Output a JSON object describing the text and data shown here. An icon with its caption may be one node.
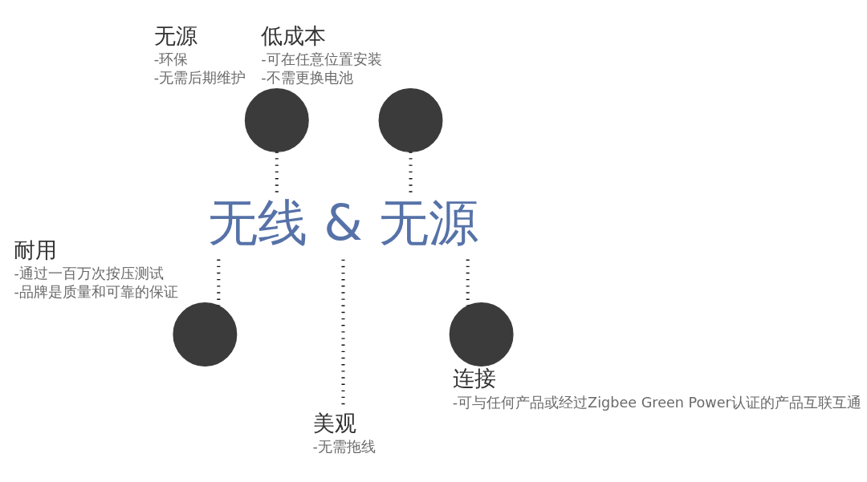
{
  "diagram": {
    "nodes": [
      {
        "text": [
          "无源",
          "-环保",
          "-无需后期维护"
        ]
      },
      {
        "text": [
          "低成本",
          "-可在任意位置安装",
          "-不需更换电池"
        ]
      },
      {
        "text": [
          "无线 & 无源"
        ]
      },
      {
        "text": [
          "耐用",
          "-通过一百万次按压测试",
          "-品牌是质量和可靠的保证"
        ]
      },
      {
        "text": [
          "连接",
          "-可与任何产品或经过Zigbee Green Power认证的产品互联互通"
        ]
      },
      {
        "text": [
          "美观",
          "-无需拖线"
        ]
      }
    ],
    "edges": [
      {
        "from": 0,
        "to": 2,
        "arrow": "none"
      },
      {
        "from": 1,
        "to": 2,
        "arrow": "none"
      },
      {
        "from": 2,
        "to": 3,
        "arrow": "none"
      },
      {
        "from": 2,
        "to": 5,
        "arrow": "none"
      },
      {
        "from": 2,
        "to": 4,
        "arrow": "none"
      }
    ]
  }
}
